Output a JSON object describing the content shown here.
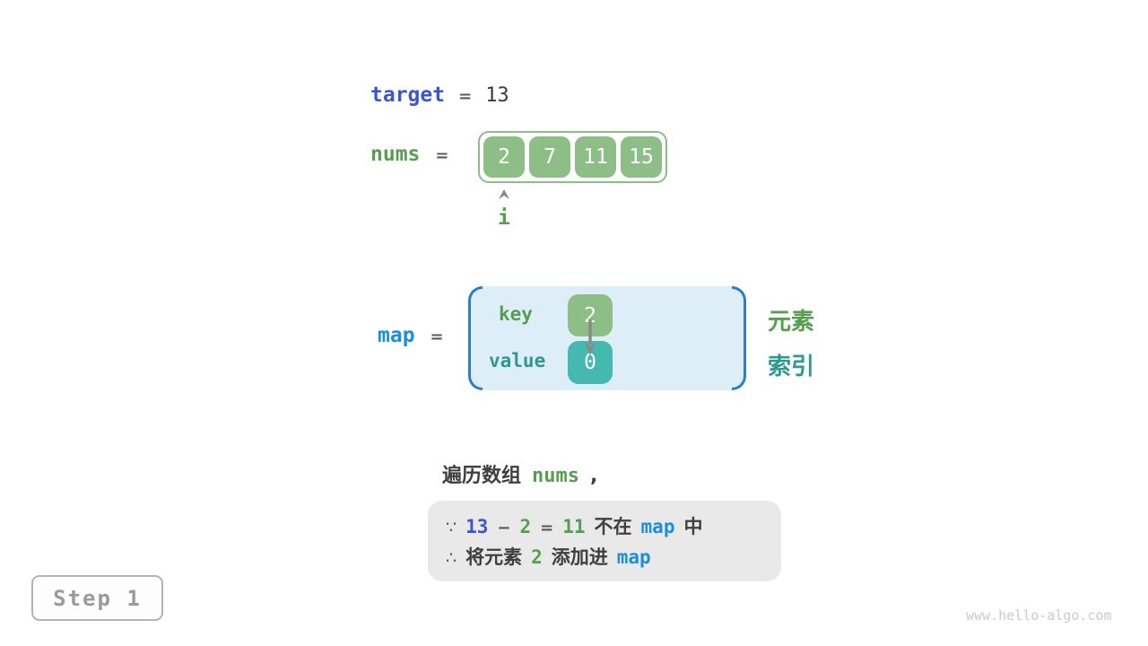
{
  "colors": {
    "green_fill": "#8CBE86",
    "green_text": "#569E52",
    "teal_fill": "#45B8AF",
    "teal_text": "#2F9890",
    "indigo": "#3C55CF",
    "azure": "#1B8FD9",
    "ink": "#3F3F3F",
    "muted": "#5A5A5A",
    "map_fill": "#DEEEF8",
    "map_border": "#2B7FC4",
    "note_bg": "#E9E9E9",
    "arrow_gray": "#8A8A8A",
    "step_border": "#B3B3B3",
    "step_text": "#9A9A9A",
    "watermark": "#CBCBCB"
  },
  "target_row": {
    "label": "target",
    "equals": "=",
    "value": "13"
  },
  "nums_row": {
    "label": "nums",
    "equals": "=",
    "cells": [
      "2",
      "7",
      "11",
      "15"
    ],
    "index_pointer": "i"
  },
  "map_row": {
    "label": "map",
    "equals": "=",
    "key_label": "key",
    "key_value": "2",
    "value_label": "value",
    "value_value": "0",
    "element_label": "元素",
    "index_label": "索引"
  },
  "caption": {
    "text": "遍历数组",
    "code": "nums",
    "comma": ","
  },
  "note": {
    "because": "∵",
    "therefore": "∴",
    "target_value": "13",
    "minus": "−",
    "element_value": "2",
    "equals": "=",
    "difference": "11",
    "not_in": "不在",
    "map_code_1": "map",
    "in_suffix": "中",
    "add_prefix": "将元素",
    "add_value": "2",
    "add_middle": "添加进",
    "map_code_2": "map"
  },
  "step_badge": {
    "label": "Step 1"
  },
  "watermark": "www.hello-algo.com"
}
